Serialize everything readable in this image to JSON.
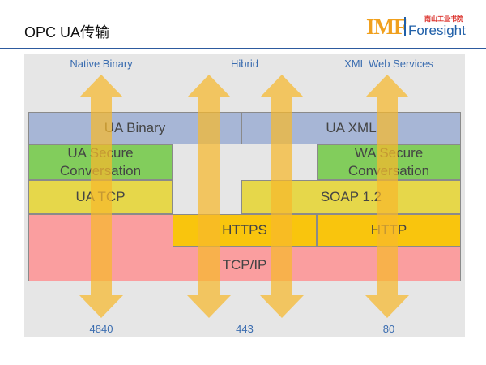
{
  "slide": {
    "title": "OPC UA传输"
  },
  "logo": {
    "mark": "IMF",
    "tagline": "南山工业书院",
    "name": "Foresight"
  },
  "top_labels": [
    "Native Binary",
    "Hibrid",
    "XML Web Services"
  ],
  "bottom_labels": [
    "4840",
    "443",
    "80"
  ],
  "blocks": {
    "ua_binary": "UA Binary",
    "ua_xml": "UA XML",
    "ua_secure": "UA Secure Conversation",
    "wa_secure": "WA Secure Conversation",
    "ua_tcp": "UA TCP",
    "soap": "SOAP 1.2",
    "https": "HTTPS",
    "http": "HTTP",
    "tcpip": "TCP/IP"
  },
  "colors": {
    "accent_blue": "#2d5a9e",
    "arrow": "#f6b92c",
    "tcpip": "#fa9e9f",
    "http": "#f9c50d",
    "tcp": "#e6d74a",
    "secure": "#82cd5c",
    "encoding": "#a7b6d6"
  }
}
